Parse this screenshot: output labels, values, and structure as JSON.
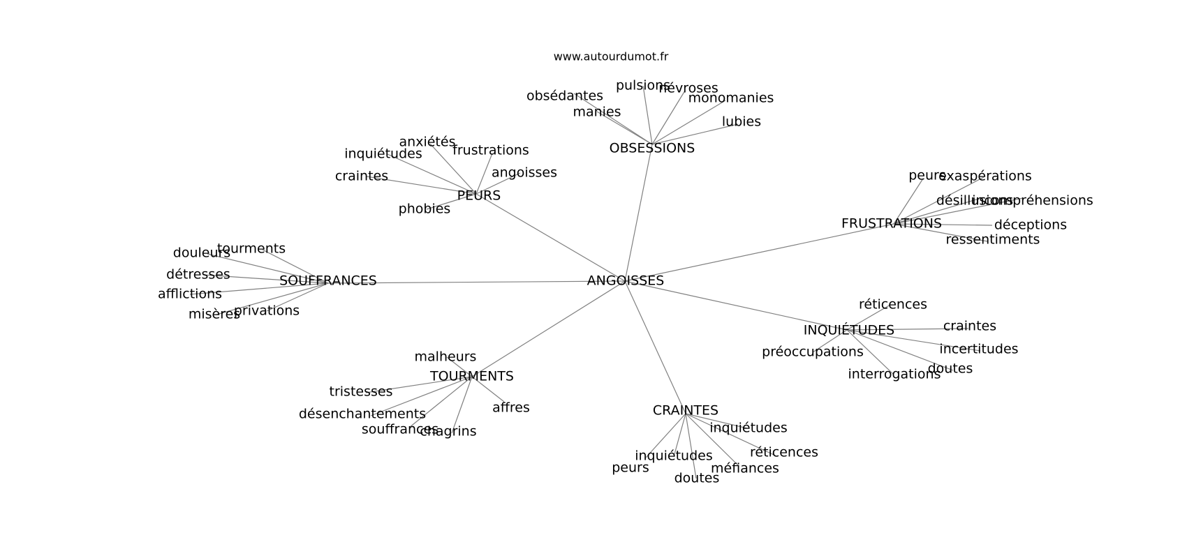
{
  "site": "www.autourdumot.fr",
  "root": "ANGOISSES",
  "clusters": [
    {
      "hub": "OBSESSIONS",
      "leaves": [
        "obsédantes",
        "manies",
        "pulsions",
        "névroses",
        "monomanies",
        "lubies"
      ]
    },
    {
      "hub": "PEURS",
      "leaves": [
        "anxiétés",
        "inquiétudes",
        "frustrations",
        "craintes",
        "angoisses",
        "phobies"
      ]
    },
    {
      "hub": "FRUSTRATIONS",
      "leaves": [
        "peurs",
        "exaspérations",
        "désillusions",
        "incompréhensions",
        "déceptions",
        "ressentiments"
      ]
    },
    {
      "hub": "SOUFFRANCES",
      "leaves": [
        "tourments",
        "douleurs",
        "détresses",
        "afflictions",
        "misères",
        "privations"
      ]
    },
    {
      "hub": "INQUIÉTUDES",
      "leaves": [
        "réticences",
        "craintes",
        "préoccupations",
        "incertitudes",
        "interrogations",
        "doutes"
      ]
    },
    {
      "hub": "TOURMENTS",
      "leaves": [
        "malheurs",
        "tristesses",
        "désenchantements",
        "affres",
        "souffrances",
        "chagrins"
      ]
    },
    {
      "hub": "CRAINTES",
      "leaves": [
        "inquiétudes",
        "réticences",
        "inquiétudes",
        "peurs",
        "méfiances",
        "doutes"
      ]
    }
  ]
}
